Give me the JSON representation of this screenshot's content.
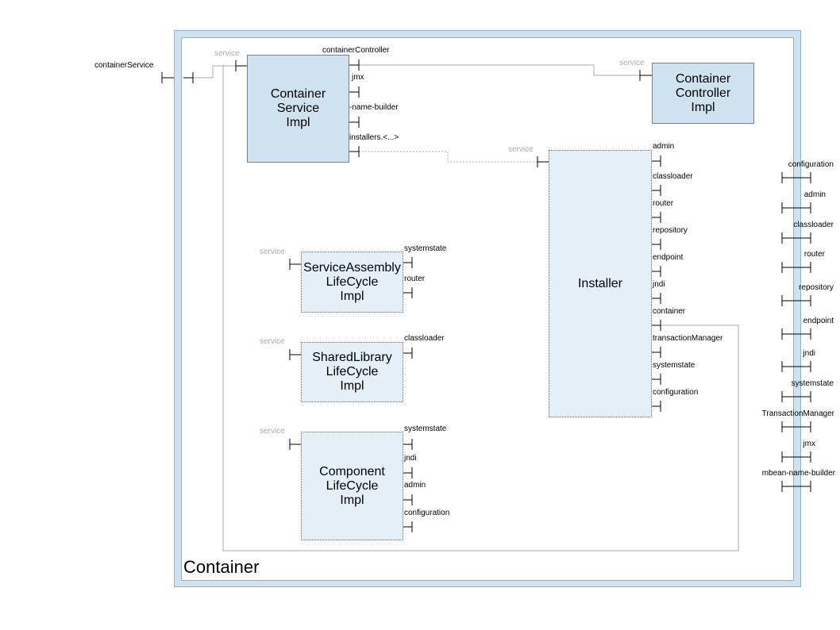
{
  "container": {
    "title": "Container"
  },
  "external_left": {
    "label": "containerService"
  },
  "components": {
    "css_impl": {
      "label": "Container\nService\nImpl",
      "service_label": "service"
    },
    "ccc_impl": {
      "label": "Container\nController\nImpl",
      "service_label": "service"
    },
    "installer": {
      "label": "Installer",
      "service_label": "service"
    },
    "sa_lifecycle": {
      "label": "ServiceAssembly\nLifeCycle\nImpl",
      "service_label": "service"
    },
    "sl_lifecycle": {
      "label": "SharedLibrary\nLifeCycle\nImpl",
      "service_label": "service"
    },
    "comp_lifecycle": {
      "label": "Component\nLifeCycle\nImpl",
      "service_label": "service"
    }
  },
  "css_refs": [
    "containerController",
    "jmx",
    "-name-builder",
    "installers.<...>"
  ],
  "installer_refs": [
    "admin",
    "classloader",
    "router",
    "repository",
    "endpoint",
    "jndi",
    "container",
    "transactionManager",
    "systemstate",
    "configuration"
  ],
  "sa_refs": [
    "systemstate",
    "router"
  ],
  "sl_refs": [
    "classloader"
  ],
  "comp_refs": [
    "systemstate",
    "jndi",
    "admin",
    "configuration"
  ],
  "right_refs": [
    "configuration",
    "admin",
    "classloader",
    "router",
    "repository",
    "endpoint",
    "jndi",
    "systemstate",
    "TransactionManager",
    "jmx",
    "mbean-name-builder"
  ],
  "colors": {
    "container_fill": "#cfe2f0",
    "component_fill": "#cfe2f0",
    "component_dotted_fill": "#e4eff8",
    "service_label": "#aaaaaa",
    "wire": "#aaaaaa"
  }
}
